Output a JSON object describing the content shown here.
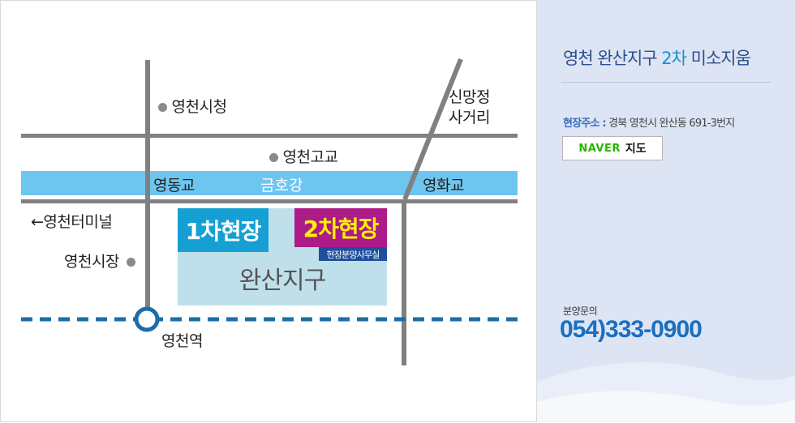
{
  "map": {
    "landmarks": {
      "city_hall": "영천시청",
      "high_school": "영천고교",
      "crossroad_line1": "신망정",
      "crossroad_line2": "사거리",
      "terminal": "영천터미널",
      "terminal_arrow": "←",
      "market": "영천시장",
      "station": "영천역"
    },
    "bridges": {
      "left": "영동교",
      "right": "영화교"
    },
    "river": "금호강",
    "sites": {
      "site1": "1차현장",
      "site2": "2차현장",
      "office": "현장분양사무실",
      "district": "완산지구"
    },
    "colors": {
      "river": "#6ec6f0",
      "railway": "#1a6fa8",
      "site1": "#159fd3",
      "site2": "#ac1b88",
      "site2_text": "#fff200",
      "district": "#bfe0ea"
    }
  },
  "info": {
    "title_main": "영천 완산지구 ",
    "title_accent": "2차",
    "title_end": " 미소지움",
    "address_label": "현장주소 :",
    "address_value": " 경북 영천시 완산동 691-3번지",
    "naver_logo": "NAVER",
    "naver_label": "지도",
    "inquiry_label": "분양문의",
    "phone": "054)333-0900"
  }
}
